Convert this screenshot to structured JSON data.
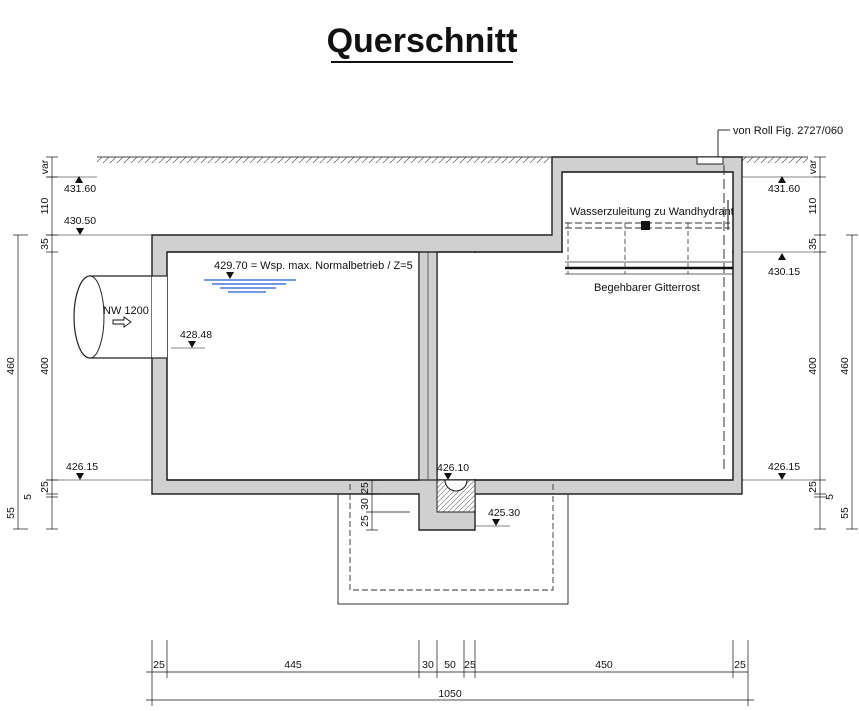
{
  "title": "Querschnitt",
  "labels": {
    "hydrant_ref": "von Roll Fig. 2727/060",
    "water_line": "Wasserzuleitung zu Wandhydrant",
    "grating": "Begehbarer Gitterrost",
    "pipe": "NW 1200",
    "water_level": "429.70 = Wsp. max. Normalbetrieb / Z=5"
  },
  "elevations": {
    "ground_left": "431.60",
    "ground_right": "431.60",
    "roof_left": "430.50",
    "roof_right": "430.15",
    "pipe_invert": "428.48",
    "floor_left": "426.15",
    "floor_right": "426.15",
    "sump_top": "426.10",
    "sump_bottom": "425.30"
  },
  "vertical_dims": {
    "left": {
      "var": "var",
      "v110": "110",
      "v35": "35",
      "v400": "400",
      "v25": "25",
      "v5": "5",
      "v55": "55",
      "v460": "460"
    },
    "right": {
      "var": "var",
      "v110": "110",
      "v35": "35",
      "v400": "400",
      "v25": "25",
      "v5": "5",
      "v55": "55",
      "v460": "460"
    },
    "sump": {
      "v25a": "25",
      "v25b": "25",
      "v30": "30"
    }
  },
  "horizontal_dims": {
    "segments": [
      "25",
      "445",
      "30",
      "50",
      "25",
      "450",
      "25"
    ],
    "total": "1050"
  }
}
